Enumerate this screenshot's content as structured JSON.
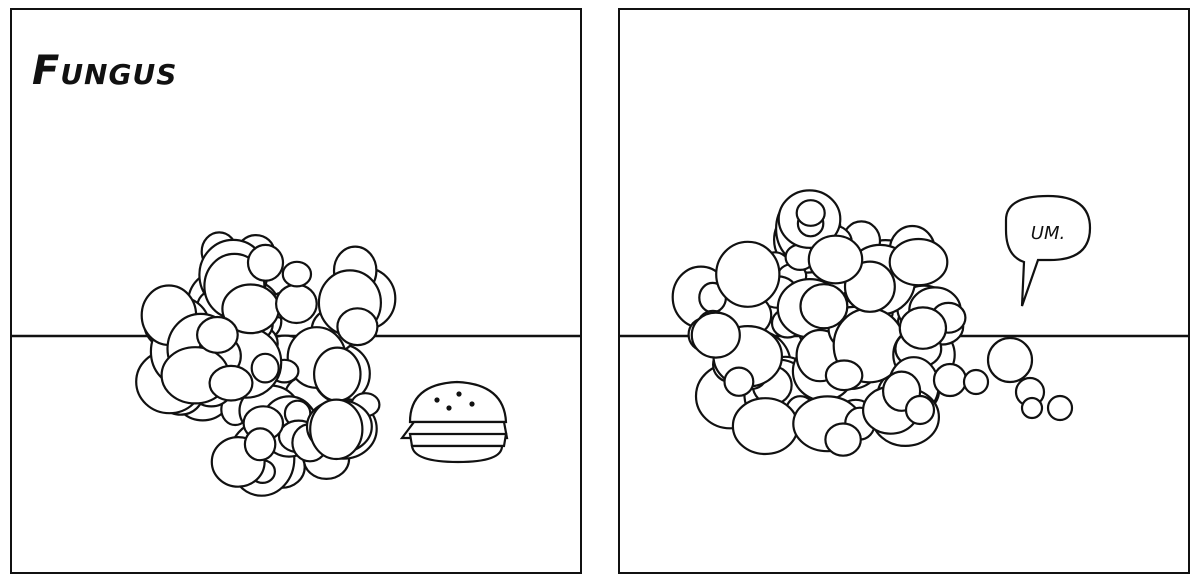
{
  "comic": {
    "title": "Fungus",
    "panels": [
      {
        "id": 1,
        "dialogue": ""
      },
      {
        "id": 2,
        "dialogue": "UM."
      }
    ]
  },
  "colors": {
    "ink": "#111111",
    "paper": "#ffffff"
  }
}
